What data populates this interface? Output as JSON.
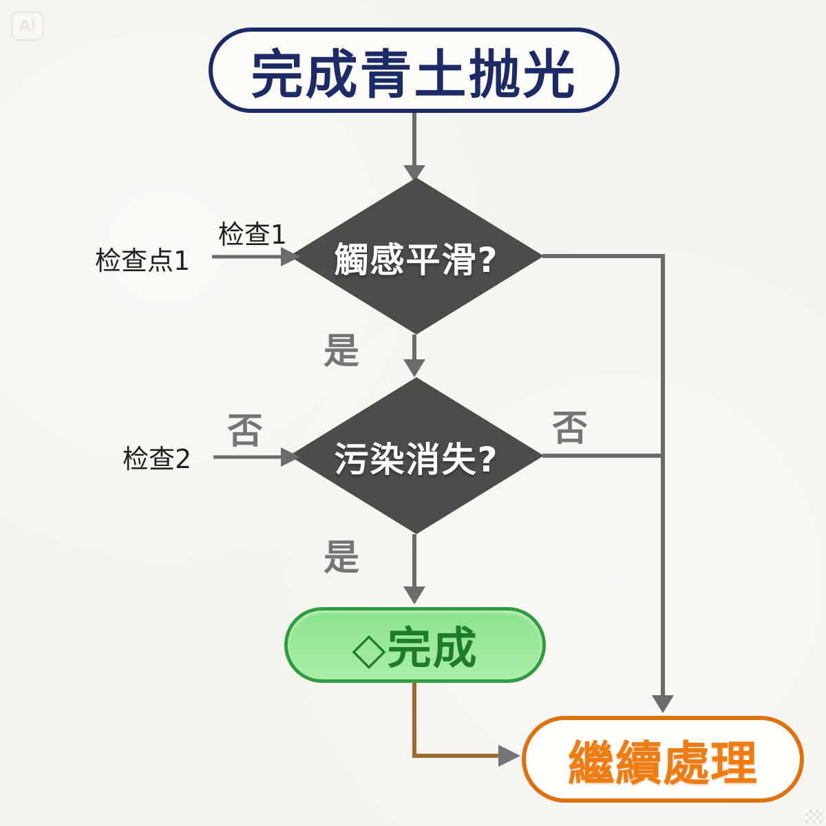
{
  "badge": {
    "label": "AI"
  },
  "flow": {
    "start": "完成青土抛光",
    "decision1": "觸感平滑?",
    "decision2": "污染消失?",
    "done": "◇完成",
    "continue": "繼續處理"
  },
  "annotations": {
    "checkpoint1": "检查点1",
    "check1": "检查1",
    "check2": "检查2",
    "yes1": "是",
    "yes2": "是",
    "no_left": "否",
    "no_right": "否"
  },
  "colors": {
    "start_navy": "#1c2b66",
    "diamond_gray": "#4c4c4a",
    "connector_gray": "#6b6b6b",
    "label_gray": "#757575",
    "done_fill_top": "#8ce28c",
    "done_fill_bottom": "#a9eea9",
    "done_border": "#2f9c3f",
    "done_text": "#1e7b2c",
    "continue_orange": "#ee7c10",
    "continue_border": "#e0700e",
    "elbow_brown": "#9c6b33",
    "background": "#f4f3ee"
  }
}
